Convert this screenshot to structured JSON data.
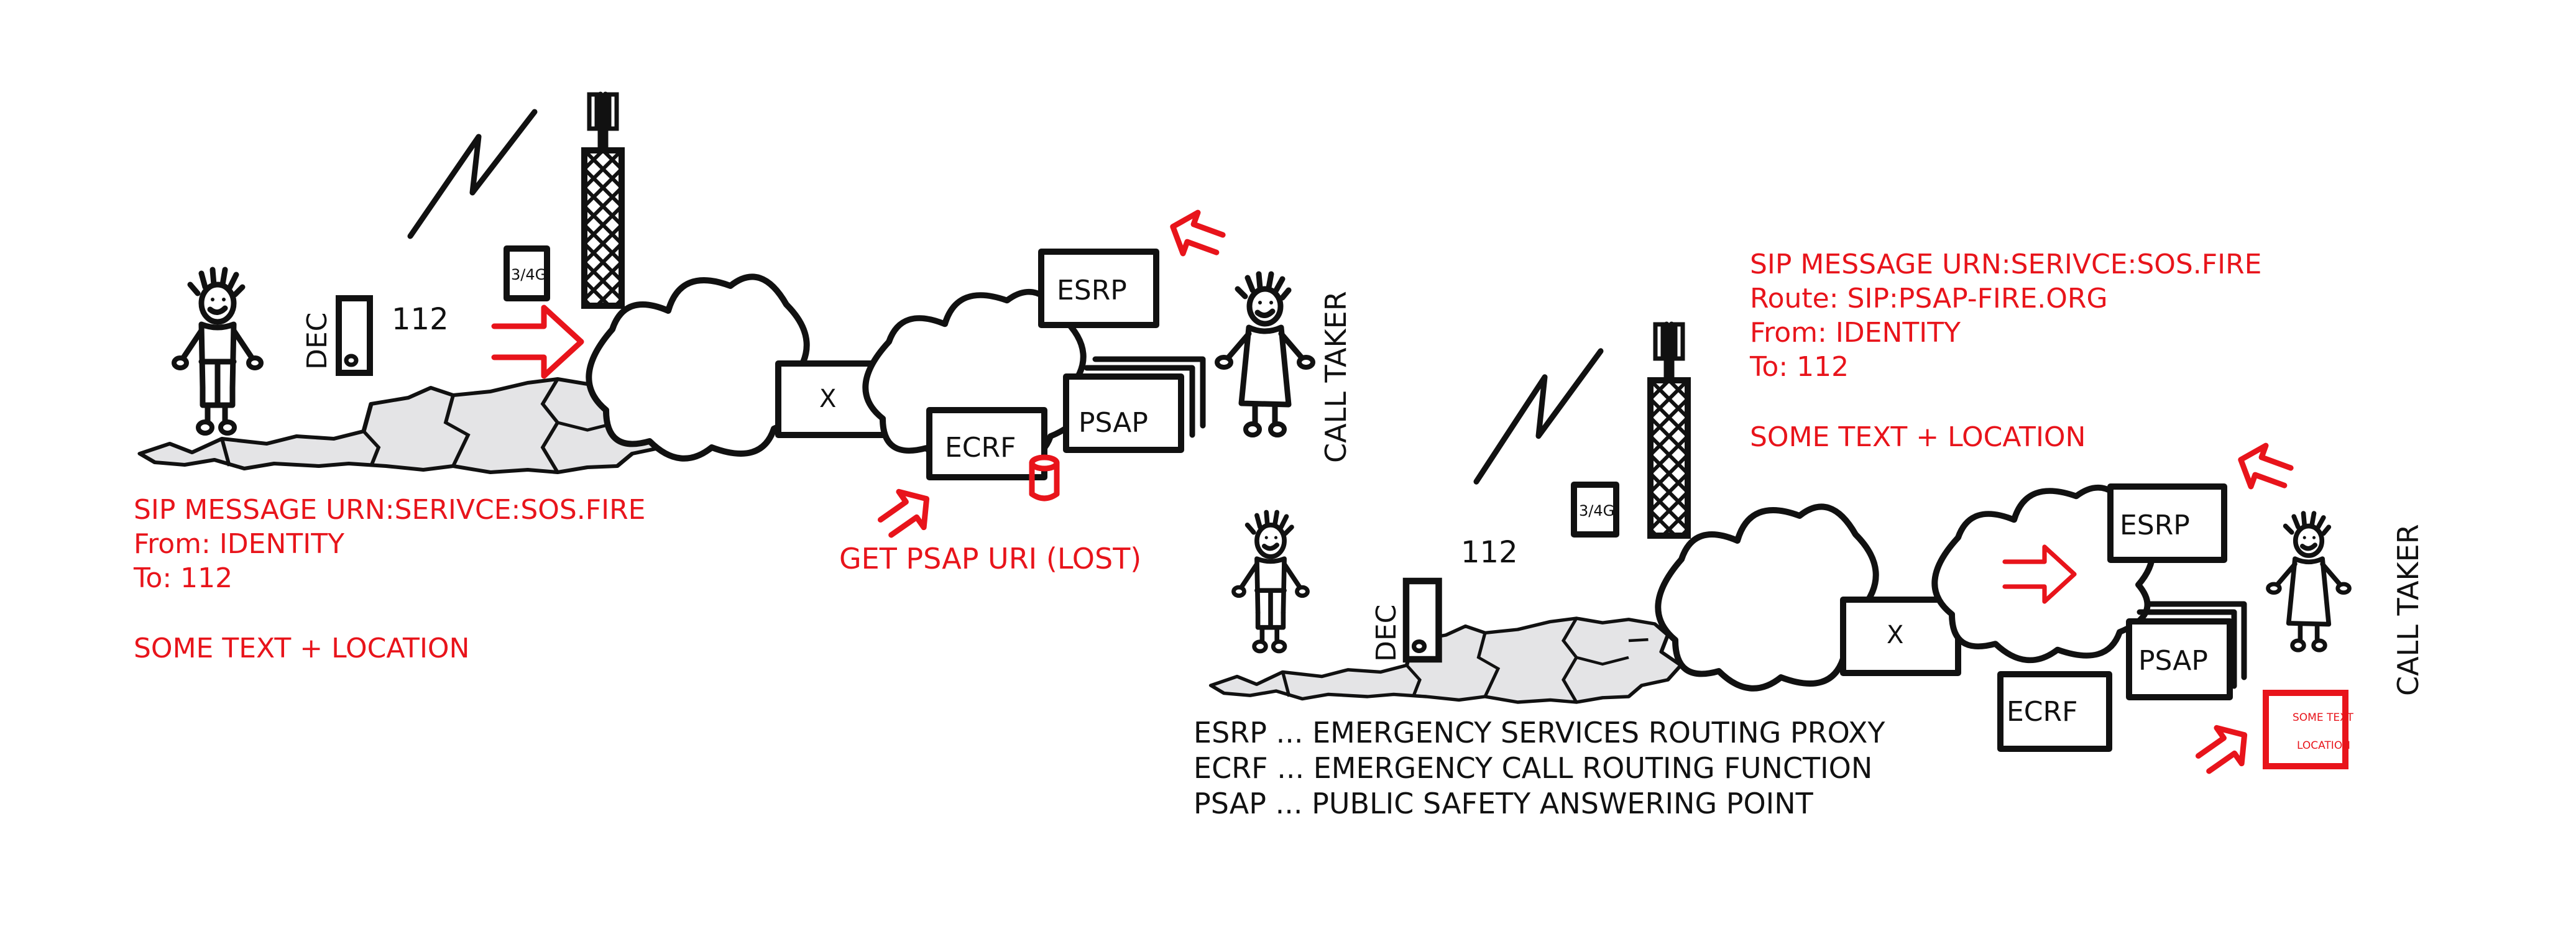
{
  "title": "NG112 emergency call routing sketch",
  "colors": {
    "ink": "#111111",
    "accent_red": "#e8141b",
    "map_fill": "#e4e4e6",
    "background": "#ffffff"
  },
  "left_diagram": {
    "caller_label": "DEC",
    "dialed_number": "112",
    "radio_box_label": "3/4G",
    "network_box_label": "X",
    "esrp_label": "ESRP",
    "psap_label": "PSAP",
    "ecrf_label": "ECRF",
    "call_taker_label": "CALL TAKER",
    "lost_query_label": "GET PSAP URI (LOST)",
    "sip_message": {
      "line1": "SIP MESSAGE URN:SERIVCE:SOS.FIRE",
      "line2": "From: IDENTITY",
      "line3": "To: 112",
      "line4": "SOME TEXT + LOCATION"
    }
  },
  "right_diagram": {
    "caller_label": "DEC",
    "dialed_number": "112",
    "radio_box_label": "3/4G",
    "network_box_label": "X",
    "esrp_label": "ESRP",
    "psap_label": "PSAP",
    "ecrf_label": "ECRF",
    "call_taker_label": "CALL TAKER",
    "delivered_box": {
      "line1": "SOME TEXT",
      "line2": "LOCATION"
    },
    "sip_message": {
      "line1": "SIP MESSAGE URN:SERIVCE:SOS.FIRE",
      "line2": "Route: SIP:PSAP-FIRE.ORG",
      "line3": "From: IDENTITY",
      "line4": "To: 112",
      "line5": "SOME TEXT + LOCATION"
    }
  },
  "legend": [
    "ESRP ... EMERGENCY SERVICES ROUTING PROXY",
    "ECRF ... EMERGENCY CALL ROUTING FUNCTION",
    "PSAP ... PUBLIC SAFETY ANSWERING POINT"
  ],
  "icons": {
    "caller": "stick-figure-caller",
    "call_taker": "stick-figure-call-taker",
    "phone": "mobile-phone",
    "tower": "cell-tower",
    "signal": "lightning-bolt",
    "network": "cloud",
    "database": "cylinder-database",
    "map": "austria-map",
    "flow": "red-arrow"
  }
}
